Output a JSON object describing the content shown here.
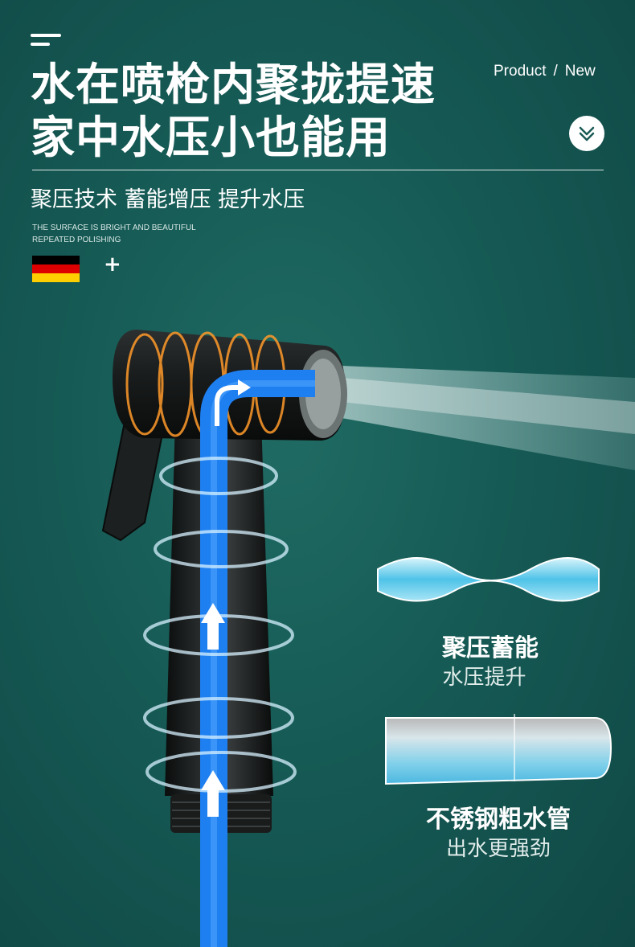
{
  "header": {
    "title_line1": "水在喷枪内聚拢提速",
    "title_line2": "家中水压小也能用",
    "product_label": "Product",
    "separator": "/",
    "new_label": "New",
    "subtitle": "聚压技术 蓄能增压 提升水压",
    "english_line1": "THE SURFACE IS BRIGHT AND BEAUTIFUL",
    "english_line2": "REPEATED POLISHING",
    "plus": "+"
  },
  "icons": {
    "menu": "menu-icon",
    "scroll_down": "double-chevron-down-icon",
    "flag": "germany-flag-icon"
  },
  "colors": {
    "background": "#165a55",
    "water_blue": "#1e7ff0",
    "flag_black": "#000000",
    "flag_red": "#dd0000",
    "flag_gold": "#ffce00"
  },
  "features": [
    {
      "title": "聚压蓄能",
      "subtitle": "水压提升"
    },
    {
      "title": "不锈钢粗水管",
      "subtitle": "出水更强劲"
    }
  ]
}
